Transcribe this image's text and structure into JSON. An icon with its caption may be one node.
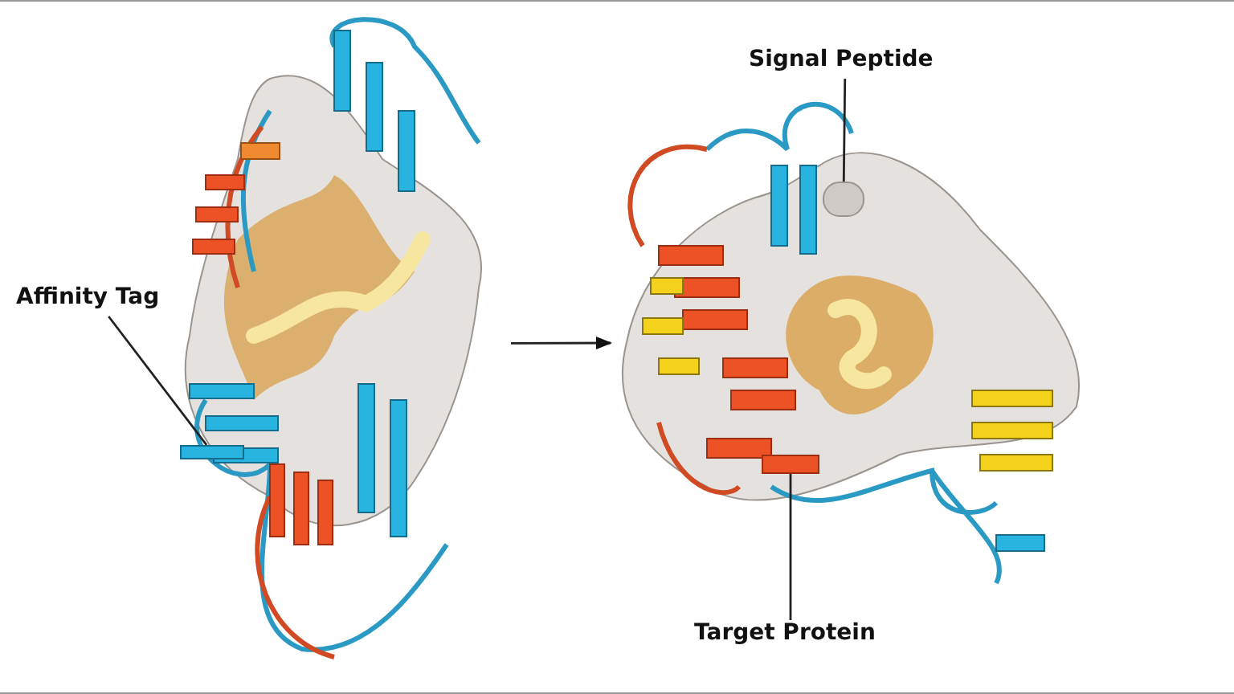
{
  "diagram": {
    "nodes": [
      {
        "text": [],
        "shape": "picture"
      },
      {
        "text": [],
        "shape": "picture"
      },
      {
        "text": [
          "Affinity Tag"
        ]
      },
      {
        "text": [
          "Signal Peptide"
        ]
      },
      {
        "text": [
          "Target Protein"
        ]
      },
      {
        "text": [],
        "shape": "box",
        "in": 0
      },
      {
        "text": [],
        "shape": "box",
        "in": 1
      },
      {
        "text": [],
        "shape": "box",
        "in": 1
      }
    ],
    "edges": [
      {
        "from": 0,
        "to": 1,
        "arrow": "to"
      },
      {
        "from": 2,
        "to": 5,
        "arrow": "none"
      },
      {
        "from": 3,
        "to": 6,
        "arrow": "none"
      },
      {
        "from": 4,
        "to": 7,
        "arrow": "none"
      }
    ]
  }
}
